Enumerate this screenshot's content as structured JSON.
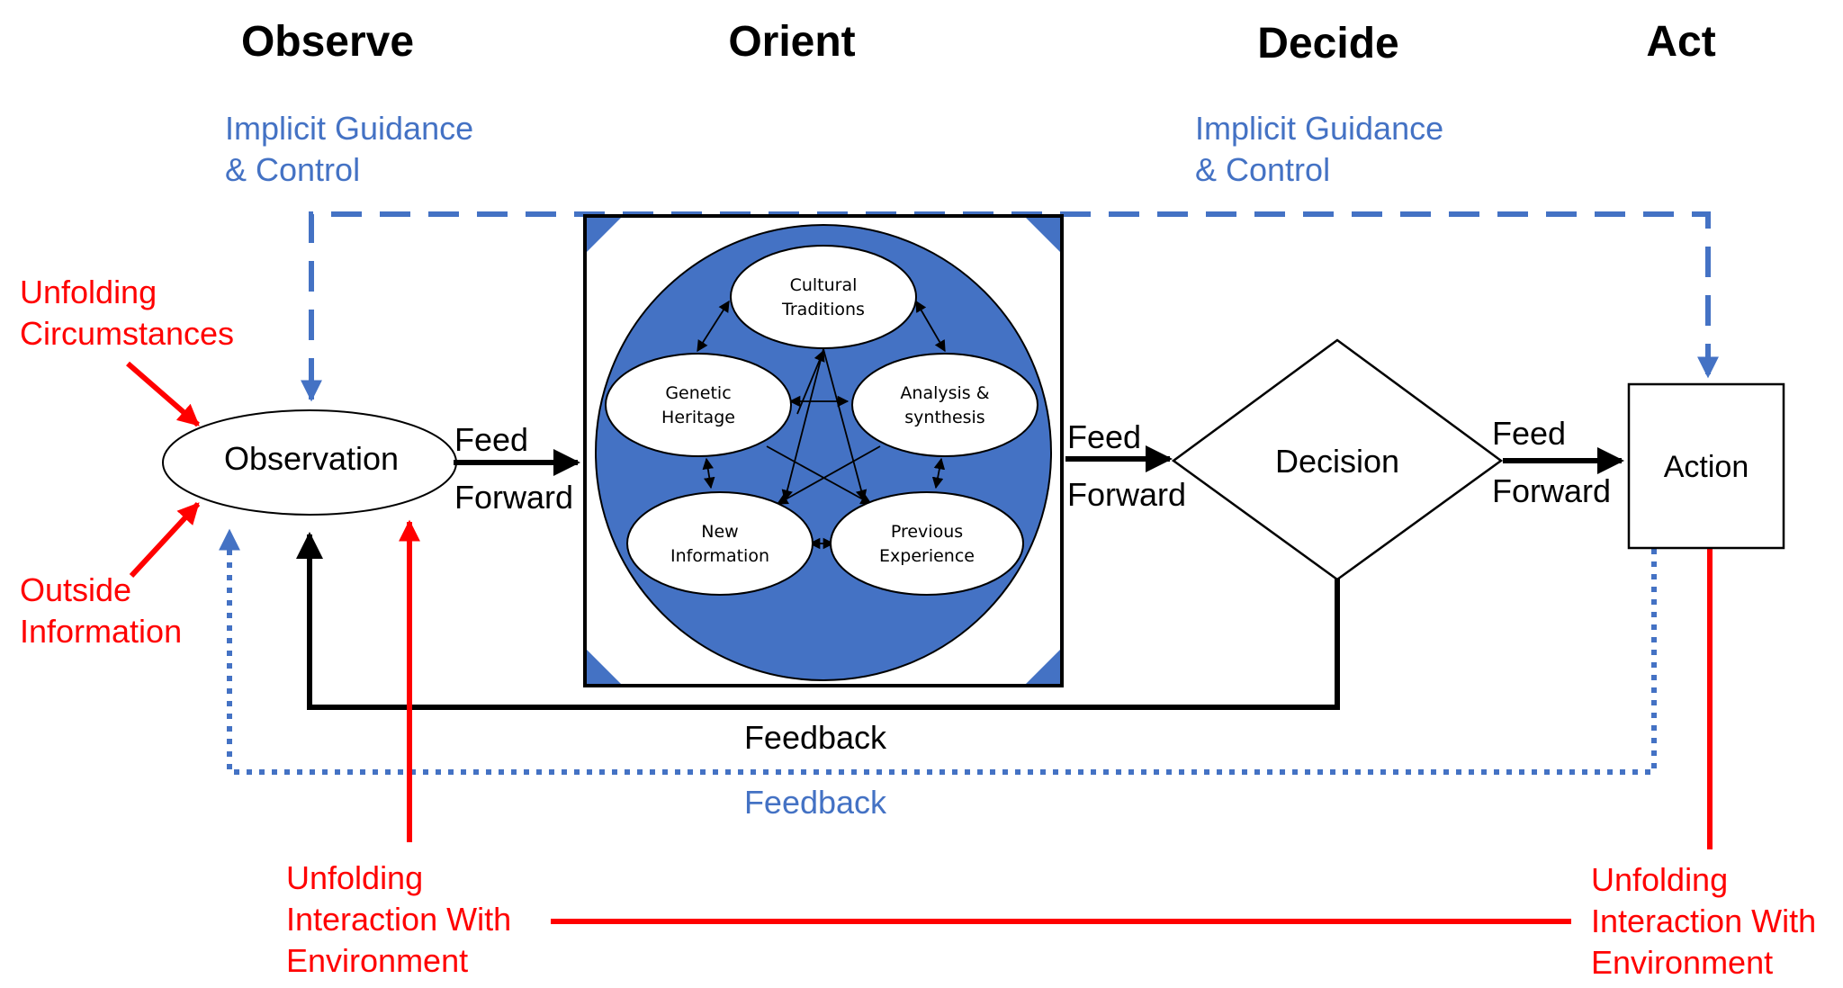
{
  "phases": {
    "observe": "Observe",
    "orient": "Orient",
    "decide": "Decide",
    "act": "Act"
  },
  "guidance": {
    "left": [
      "Implicit Guidance",
      "& Control"
    ],
    "right": [
      "Implicit Guidance",
      "& Control"
    ]
  },
  "inputs": {
    "unfolding_circumstances": [
      "Unfolding",
      "Circumstances"
    ],
    "outside_information": [
      "Outside",
      "Information"
    ]
  },
  "nodes": {
    "observation": "Observation",
    "decision": "Decision",
    "action": "Action"
  },
  "feed_forward": {
    "one": [
      "Feed",
      "Forward"
    ],
    "two": [
      "Feed",
      "Forward"
    ],
    "three": [
      "Feed",
      "Forward"
    ]
  },
  "orient_items": {
    "cultural": [
      "Cultural",
      "Traditions"
    ],
    "genetic": [
      "Genetic",
      "Heritage"
    ],
    "analysis": [
      "Analysis &",
      "synthesis"
    ],
    "new_info": [
      "New",
      "Information"
    ],
    "previous": [
      "Previous",
      "Experience"
    ]
  },
  "feedback": {
    "black": "Feedback",
    "blue": "Feedback"
  },
  "interaction": {
    "left": [
      "Unfolding",
      "Interaction With",
      "Environment"
    ],
    "right": [
      "Unfolding",
      "Interaction With",
      "Environment"
    ]
  },
  "colors": {
    "blue": "#4472C4",
    "red": "#FF0000",
    "black": "#000000"
  }
}
